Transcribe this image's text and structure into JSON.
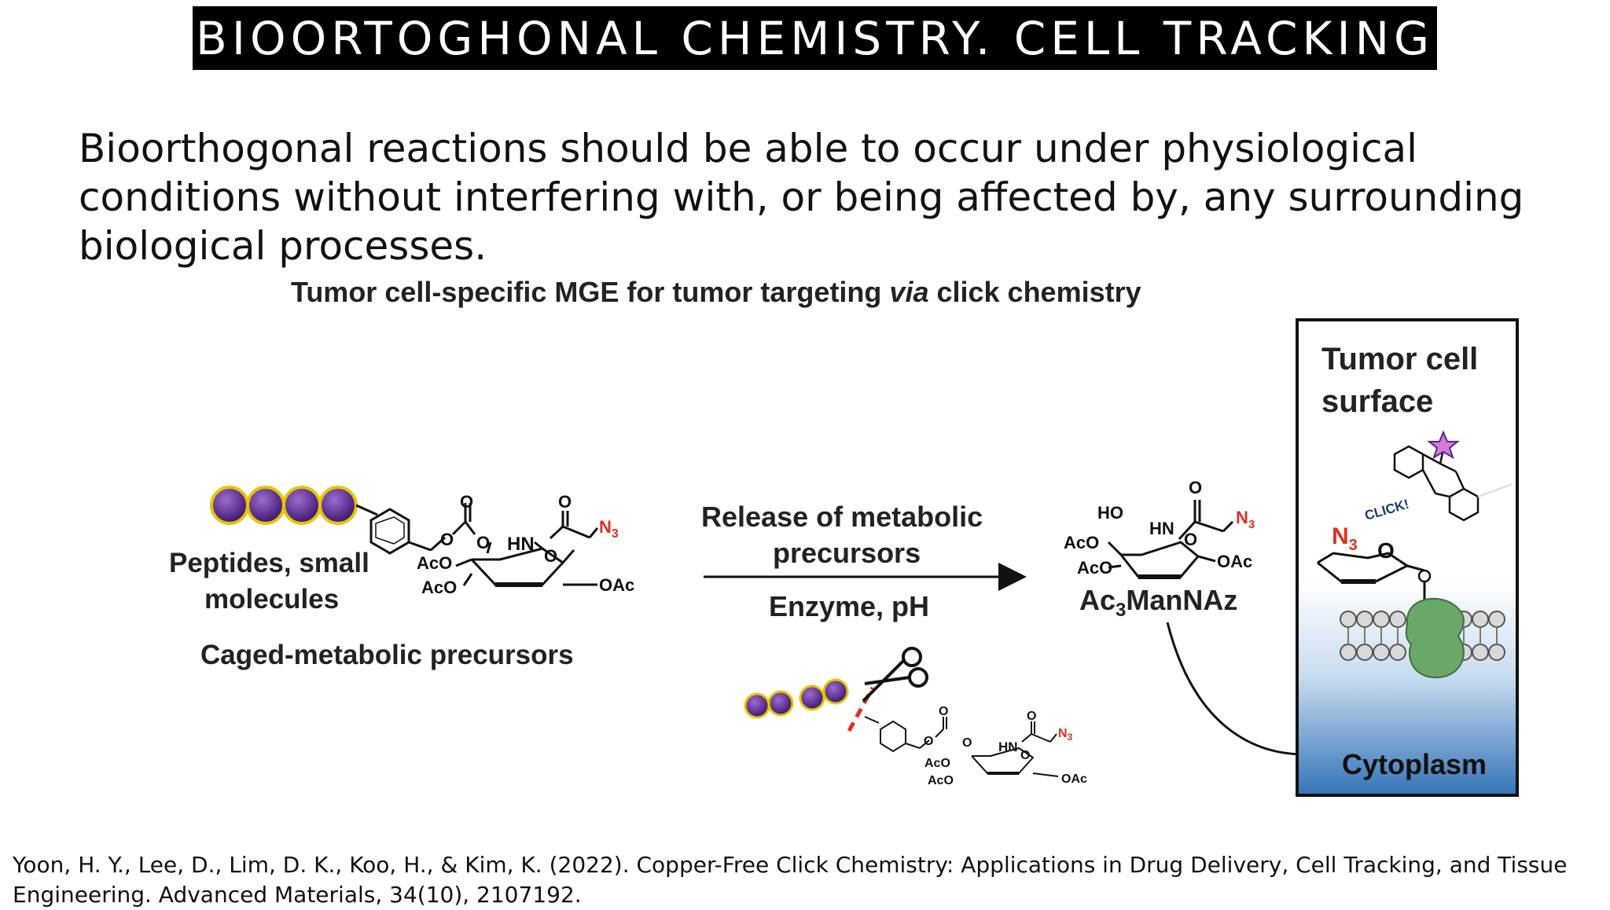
{
  "slide": {
    "title": "BIOORTOGHONAL CHEMISTRY. CELL TRACKING",
    "body_text": "Bioorthogonal reactions should be able to occur under physiological conditions without interfering with, or being affected by, any surrounding biological processes.",
    "citation_line1": "Yoon, H. Y., Lee, D., Lim, D. K., Koo, H., & Kim, K. (2022). Copper-Free Click Chemistry: Applications in Drug Delivery, Cell Tracking, and Tissue",
    "citation_line2": "Engineering. Advanced Materials, 34(10), 2107192."
  },
  "figure": {
    "heading_prefix": "Tumor cell-specific MGE for tumor targeting ",
    "heading_italic": "via",
    "heading_suffix": " click chemistry",
    "left_label_line1": "Peptides, small",
    "left_label_line2": "molecules",
    "caged_label": "Caged-metabolic precursors",
    "arrow_label_line1": "Release of metabolic",
    "arrow_label_line2": "precursors",
    "arrow_condition": "Enzyme, pH",
    "product_label_prefix": "Ac",
    "product_label_sub": "3",
    "product_label_suffix": "ManNAz",
    "cell_box_title_line1": "Tumor cell",
    "cell_box_title_line2": "surface",
    "cell_box_bottom": "Cytoplasm",
    "click_label": "CLICK!",
    "chem": {
      "aco": "AcO",
      "oac": "OAc",
      "ho": "HO",
      "hn": "HN",
      "o": "O",
      "n3_base": "N",
      "n3_sub": "3"
    },
    "colors": {
      "bead_purple": "#5b2a8c",
      "bead_ring": "#e8c400",
      "azide_red": "#e03020",
      "membrane_green": "#6aa86a",
      "cytoplasm_blue": "#3f7fbf"
    }
  }
}
